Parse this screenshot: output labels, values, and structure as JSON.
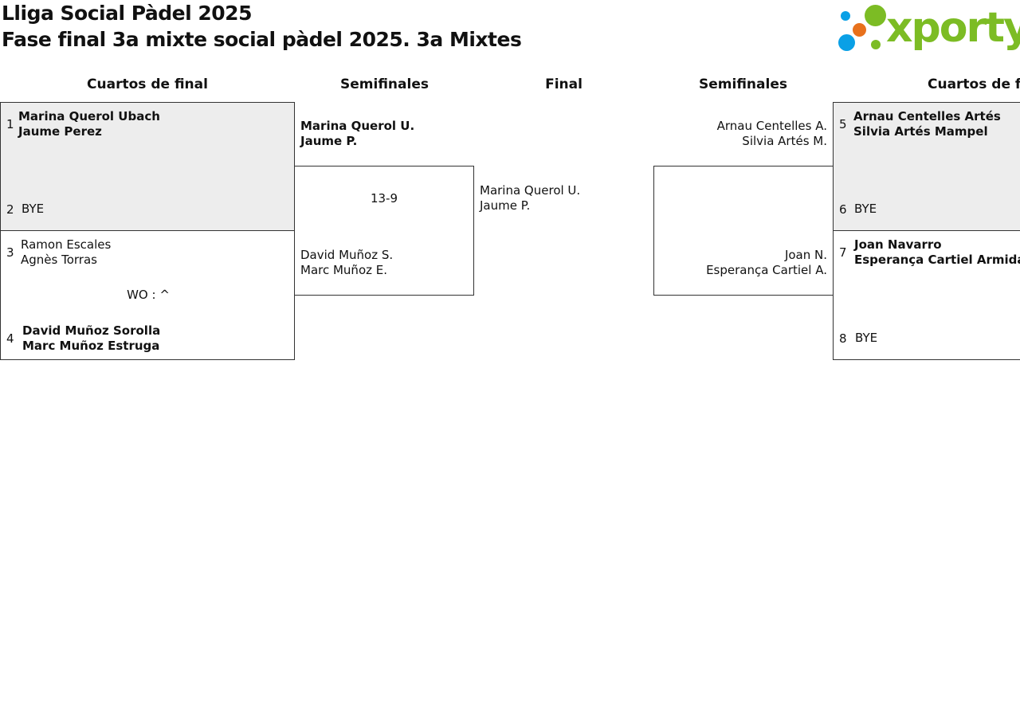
{
  "header": {
    "line1": "Lliga Social Pàdel 2025",
    "line2": "Fase final 3a mixte social pàdel 2025. 3a Mixtes"
  },
  "logo": {
    "text": "xporty",
    "colors": {
      "green": "#7cbc24",
      "blue": "#0aa0e6",
      "orange": "#e8711c"
    }
  },
  "rounds": {
    "left_quarters": "Cuartos de final",
    "left_semis": "Semifinales",
    "final": "Final",
    "right_semis": "Semifinales",
    "right_quarters": "Cuartos de fin"
  },
  "left_quarters": [
    {
      "top_seed": "1",
      "top_names": [
        "Marina Querol Ubach",
        "Jaume Perez"
      ],
      "bottom_seed": "2",
      "bottom_names": [
        "BYE"
      ],
      "score": ""
    },
    {
      "top_seed": "3",
      "top_names": [
        "Ramon Escales",
        "Agnès Torras"
      ],
      "bottom_seed": "4",
      "bottom_names": [
        "David Muñoz Sorolla",
        "Marc Muñoz Estruga"
      ],
      "score": "WO : ^"
    }
  ],
  "left_semi": {
    "top_names": [
      "Marina Querol U.",
      "Jaume P."
    ],
    "score": "13-9",
    "bottom_names": [
      "David Muñoz S.",
      "Marc Muñoz E."
    ]
  },
  "final": {
    "names": [
      "Marina Querol U.",
      "Jaume P."
    ]
  },
  "right_semi": {
    "top_names": [
      "Arnau Centelles A.",
      "Silvia Artés M."
    ],
    "score": "",
    "bottom_names": [
      "Joan N.",
      "Esperança Cartiel A."
    ]
  },
  "right_quarters": [
    {
      "top_seed": "5",
      "top_names": [
        "Arnau Centelles Artés",
        "Silvia Artés Mampel"
      ],
      "bottom_seed": "6",
      "bottom_names": [
        "BYE"
      ],
      "score": ""
    },
    {
      "top_seed": "7",
      "top_names": [
        "Joan Navarro",
        "Esperança Cartiel Armida"
      ],
      "bottom_seed": "8",
      "bottom_names": [
        "BYE"
      ],
      "score": ""
    }
  ]
}
